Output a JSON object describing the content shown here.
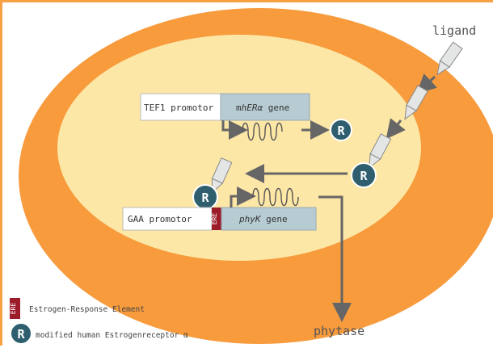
{
  "labels": {
    "ligand": "ligand",
    "phytase": "phytase",
    "tef1_promotor": "TEF1 promotor",
    "mhera_gene_prefix": "m",
    "mhera_gene_italic": "hERα",
    "mhera_gene_suffix": " gene",
    "gaa_promotor": "GAA promotor",
    "ere_box": "ERE",
    "phyk_gene_italic": "phyK",
    "phyk_gene_suffix": " gene",
    "receptor_letter": "R"
  },
  "legend": {
    "ere_symbol": "ERE",
    "ere_text": "Estrogen-Response Element",
    "receptor_symbol": "R",
    "receptor_text": "modified human Estrogenreceptor α"
  },
  "colors": {
    "outer_cell": "#f79b3d",
    "inner_cell": "#fde7a6",
    "gene_box": "#b7cbd3",
    "promotor_box": "#ffffff",
    "receptor": "#2f5f6e",
    "arrow": "#666666",
    "ere": "#9c1c2a",
    "ligand": "#e4e6e6"
  }
}
